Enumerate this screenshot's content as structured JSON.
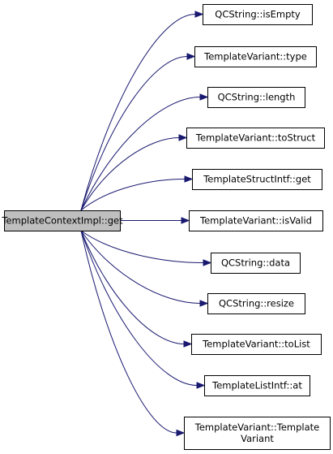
{
  "graph": {
    "root": {
      "label": "TemplateContextImpl::get"
    },
    "callees": [
      {
        "label": "QCString::isEmpty"
      },
      {
        "label": "TemplateVariant::type"
      },
      {
        "label": "QCString::length"
      },
      {
        "label": "TemplateVariant::toStruct"
      },
      {
        "label": "TemplateStructIntf::get"
      },
      {
        "label": "TemplateVariant::isValid"
      },
      {
        "label": "QCString::data"
      },
      {
        "label": "QCString::resize"
      },
      {
        "label": "TemplateVariant::toList"
      },
      {
        "label": "TemplateListIntf::at"
      },
      {
        "label": "TemplateVariant::Template Variant",
        "lines": [
          "TemplateVariant::Template",
          "Variant"
        ]
      }
    ],
    "colors": {
      "edge": "#191970",
      "root_fill": "#bfbfbf",
      "node_fill": "#ffffff",
      "border": "#000000"
    }
  }
}
